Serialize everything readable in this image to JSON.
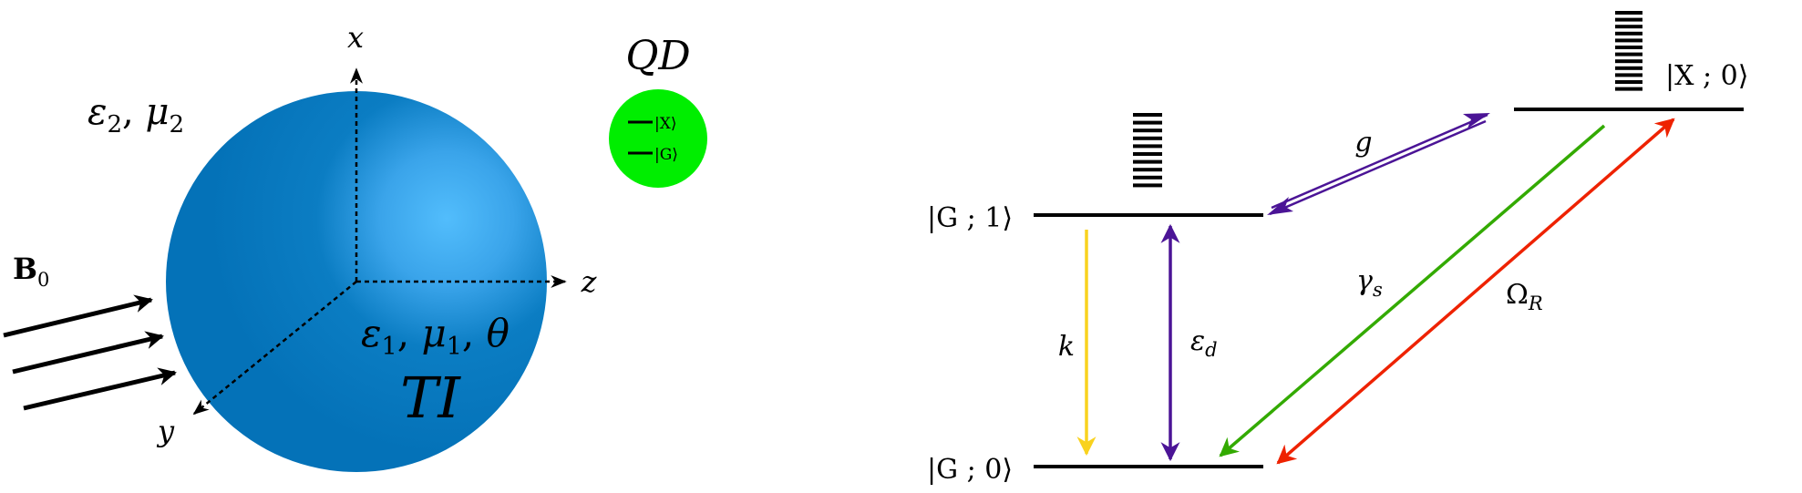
{
  "colors": {
    "sphere_dark": "#0472b8",
    "sphere_light": "#52bdfc",
    "qd_green": "#00ee00",
    "purple": "#4b1496",
    "yellow": "#f9d21e",
    "green": "#33aa00",
    "red": "#ee2200",
    "black": "#000000"
  },
  "left_panel": {
    "axes": {
      "x": "x",
      "y": "y",
      "z": "z"
    },
    "field": {
      "symbol": "B",
      "sub": "0"
    },
    "outer_medium": {
      "eps": "ε",
      "eps_sub": "2",
      "sep": ", ",
      "mu": "μ",
      "mu_sub": "2"
    },
    "inner_medium": {
      "eps": "ε",
      "eps_sub": "1",
      "sep1": ", ",
      "mu": "μ",
      "mu_sub": "1",
      "sep2": ", ",
      "theta": "θ"
    },
    "ti_label": "TI",
    "qd": {
      "label": "QD",
      "state_upper": "|X⟩",
      "state_lower": "|G⟩"
    }
  },
  "right_panel": {
    "levels": {
      "g1": "|G ; 1⟩",
      "g0": "|G ; 0⟩",
      "x0": "|X ; 0⟩"
    },
    "transitions": {
      "g": "g",
      "k": "k",
      "eps_d": {
        "main": "ε",
        "sub": "d"
      },
      "gamma_s": {
        "main": "γ",
        "sub": "s"
      },
      "omega_r": {
        "main": "Ω",
        "sub": "R"
      }
    }
  }
}
